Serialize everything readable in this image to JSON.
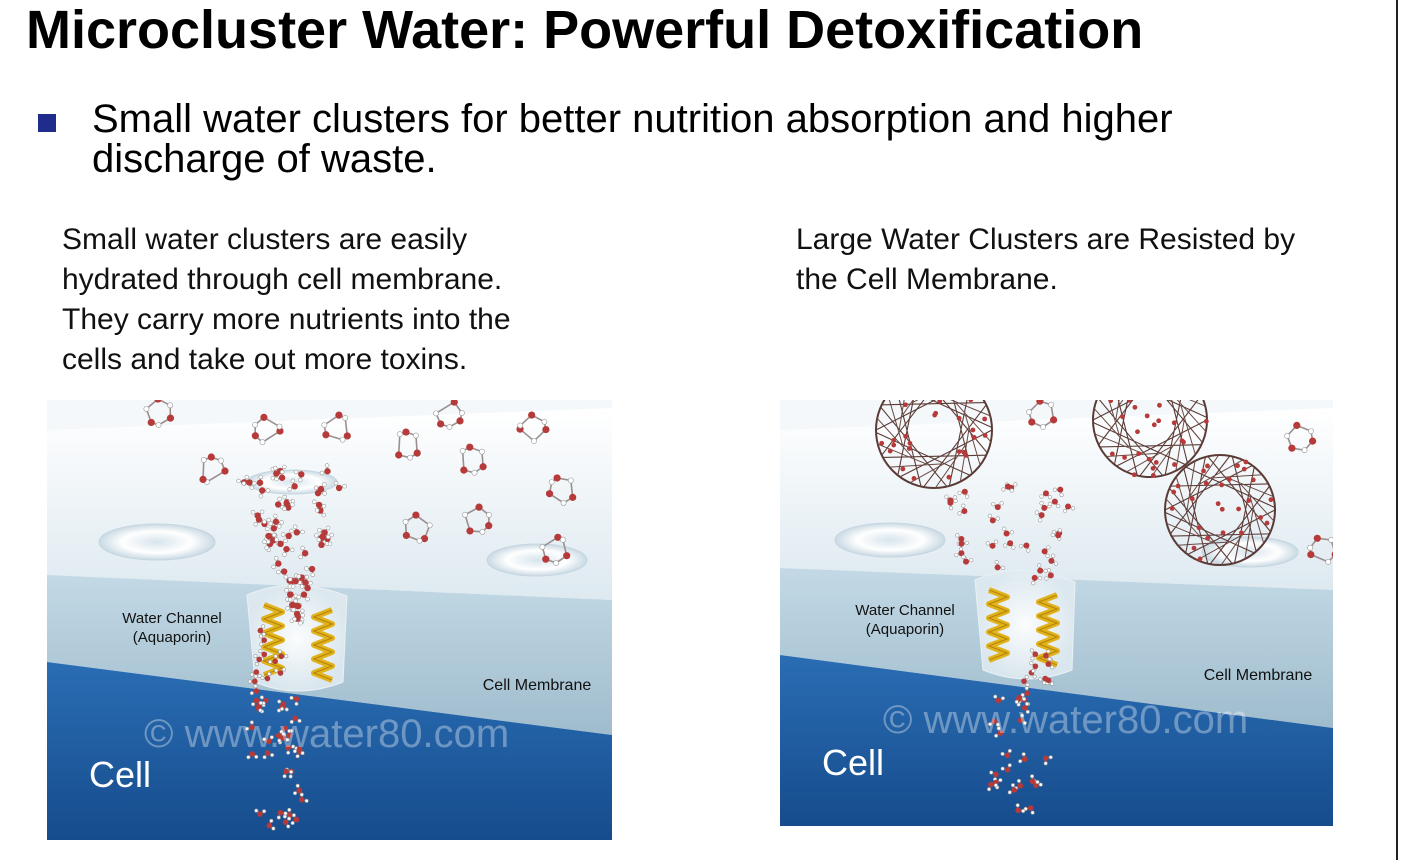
{
  "slide": {
    "title": "Microcluster Water: Powerful Detoxification",
    "bullet": [
      "Small water clusters for better nutrition absorption and higher",
      "discharge of waste."
    ]
  },
  "left_panel": {
    "caption": [
      "Small water clusters are easily",
      "hydrated through cell membrane.",
      "They carry more nutrients into the",
      "cells and take out more toxins."
    ],
    "labels": {
      "channel": [
        "Water Channel",
        "(Aquaporin)"
      ],
      "membrane": "Cell Membrane",
      "watermark": "© www.water80.com",
      "cell": "Cell"
    }
  },
  "right_panel": {
    "caption": [
      "Large Water Clusters are Resisted by",
      "the Cell Membrane."
    ],
    "labels": {
      "channel": [
        "Water Channel",
        "(Aquaporin)"
      ],
      "membrane": "Cell Membrane",
      "watermark": "© www.water80.com",
      "cell": "Cell"
    }
  },
  "colors": {
    "bullet": "#1f2c8c",
    "outer_space": "#eef3f6",
    "membrane": "#b6cfdd",
    "cell_interior": "#1f5fa6",
    "molecule_oxygen": "#b73a3a",
    "molecule_hydrogen": "#ffffff",
    "protein_helix": "#e2b21d"
  }
}
